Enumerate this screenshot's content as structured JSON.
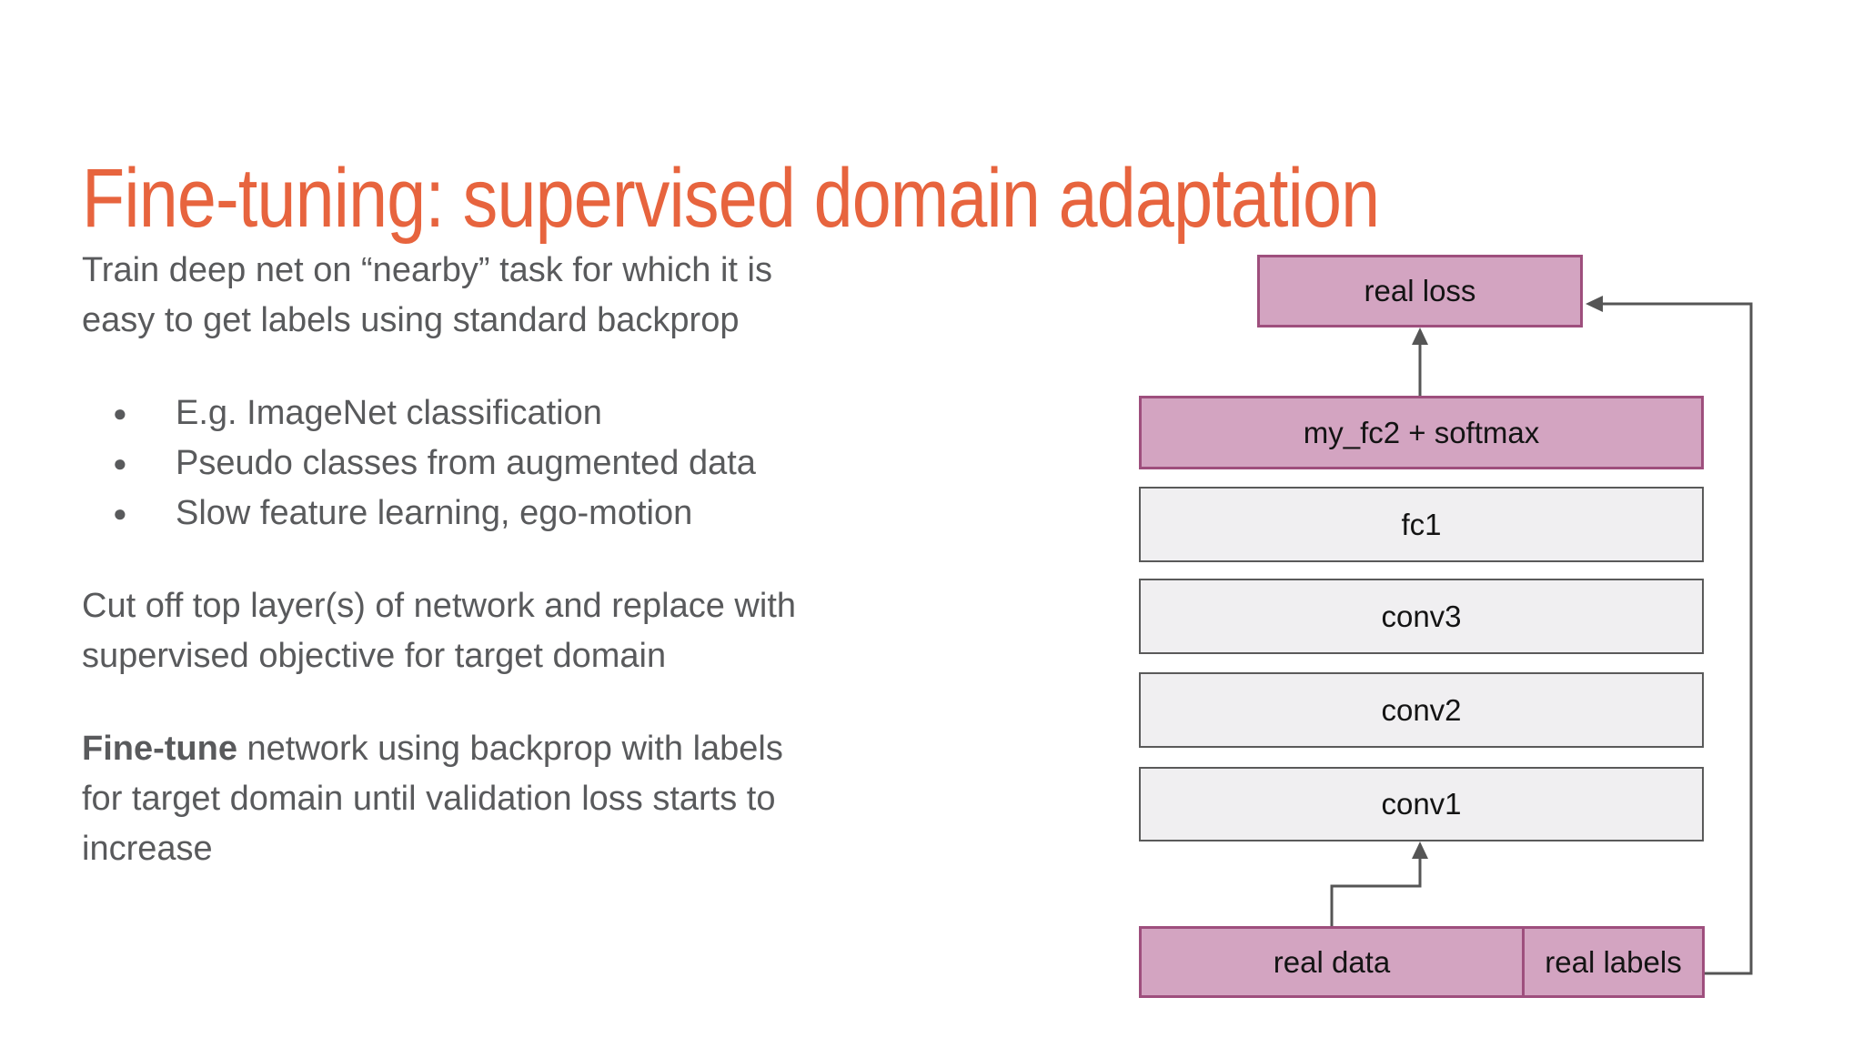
{
  "slide": {
    "title": "Fine-tuning: supervised domain adaptation",
    "paragraph1": {
      "line1": "Train deep net on “nearby” task for which it is",
      "line2": "easy to get labels using standard backprop"
    },
    "bullets": [
      "E.g. ImageNet classification",
      "Pseudo classes from augmented data",
      "Slow feature learning, ego-motion"
    ],
    "paragraph2": {
      "line1": "Cut off top layer(s) of network and replace with",
      "line2": "supervised objective for target domain"
    },
    "paragraph3": {
      "bold": "Fine-tune",
      "line1_rest": " network using backprop with labels",
      "line2": "for target domain until validation loss starts to",
      "line3": "increase"
    },
    "bullet_glyph": "●"
  },
  "diagram": {
    "loss_box": "real loss",
    "layers": [
      {
        "label": "my_fc2 + softmax"
      },
      {
        "label": "fc1"
      },
      {
        "label": "conv3"
      },
      {
        "label": "conv2"
      },
      {
        "label": "conv1"
      }
    ],
    "data_box": "real data",
    "labels_box": "real labels"
  },
  "colors": {
    "title_accent": "#E7643E",
    "body_text": "#595A5C",
    "pink_fill": "#D3A4C1",
    "pink_border": "#9E4F7D",
    "gray_fill": "#F0EFF1",
    "gray_border": "#5A5A5A",
    "arrow": "#555555",
    "box_label_text": "#141414"
  }
}
